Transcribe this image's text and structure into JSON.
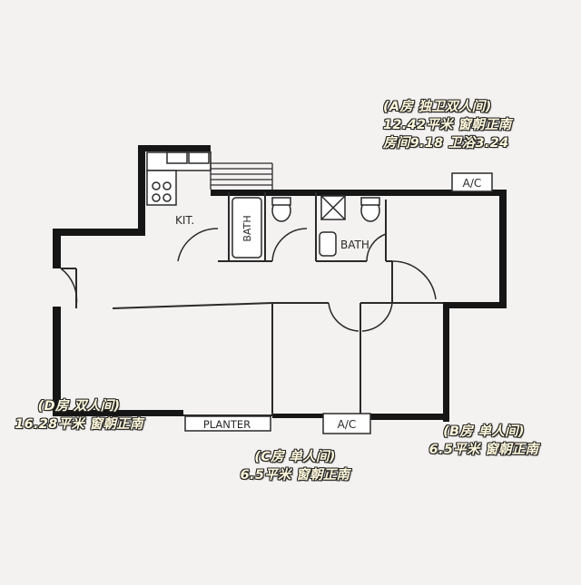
{
  "rooms": {
    "room_a": {
      "lines": [
        "(A房 独卫双人间)",
        "12.42平米 窗朝正南",
        "房间9.18 卫浴3.24"
      ]
    },
    "room_b": {
      "lines": [
        "(B房 单人间)",
        "6.5平米 窗朝正南"
      ]
    },
    "room_c": {
      "lines": [
        "(C房 单人间)",
        "6.5平米 窗朝正南"
      ]
    },
    "room_d": {
      "lines": [
        "(D房 双人间)",
        "16.28平米 窗朝正南"
      ]
    }
  },
  "plan_labels": {
    "kitchen": "KIT.",
    "bath_vertical": "BATH",
    "bath": "BATH",
    "ac_top": "A/C",
    "ac_bottom": "A/C",
    "planter": "PLANTER"
  }
}
